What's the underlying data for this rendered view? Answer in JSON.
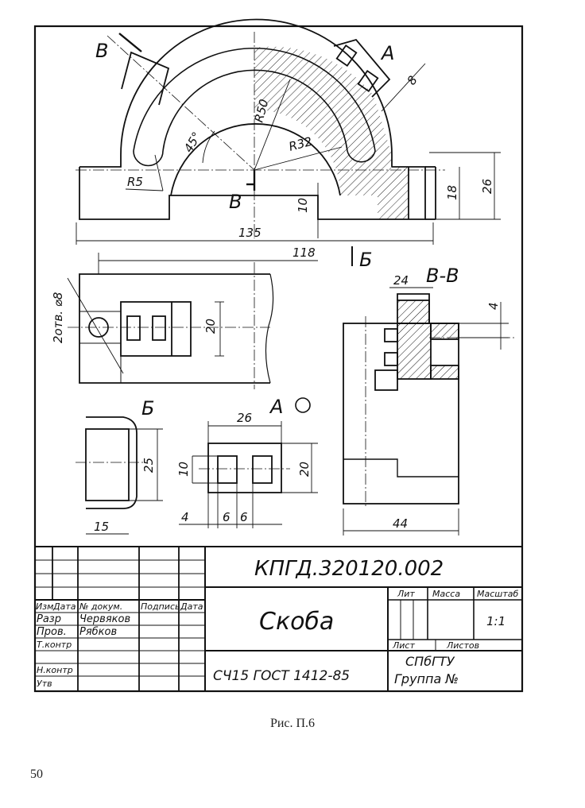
{
  "drawing": {
    "views": {
      "top_view_labels": {
        "B": "В",
        "A": "А",
        "section_mark_B": "В"
      },
      "dimensions": {
        "d8": "8",
        "R50": "R50",
        "R32": "R32",
        "a45": "45°",
        "R5": "R5",
        "d10": "10",
        "d18": "18",
        "d26": "26",
        "d135": "135",
        "d118": "118",
        "holes": "2отв. ⌀8",
        "d20": "20",
        "d24": "24",
        "d4": "4",
        "d26b": "26",
        "d10b": "10",
        "d20b": "20",
        "d25": "25",
        "d15": "15",
        "d4b": "4",
        "d6a": "6",
        "d6b": "6",
        "d44": "44"
      },
      "view_names": {
        "B_arrow": "Б",
        "section_BB": "В-В",
        "view_B": "Б",
        "view_A": "А"
      }
    },
    "title_block": {
      "doc_code": "КПГД.320120.002",
      "part_name": "Скоба",
      "material": "СЧ15 ГОСТ 1412-85",
      "org_line1": "СПбГТУ",
      "org_line2": "Группа №",
      "scale": "1:1",
      "headers": {
        "izm": "Изм",
        "data": "Дата",
        "doc_num": "№ докум.",
        "sign": "Подпись",
        "date": "Дата",
        "lit": "Лит",
        "mass": "Масса",
        "scale_label": "Масштаб",
        "sheet": "Лист",
        "sheets": "Листов"
      },
      "roles": {
        "razr": "Разр",
        "prov": "Пров.",
        "tcontr": "Т.контр",
        "ncontr": "Н.контр",
        "utv": "Утв"
      },
      "people": {
        "razr": "Червяков",
        "prov": "Рябков"
      }
    }
  },
  "caption": "Рис. П.6",
  "page_number": "50"
}
